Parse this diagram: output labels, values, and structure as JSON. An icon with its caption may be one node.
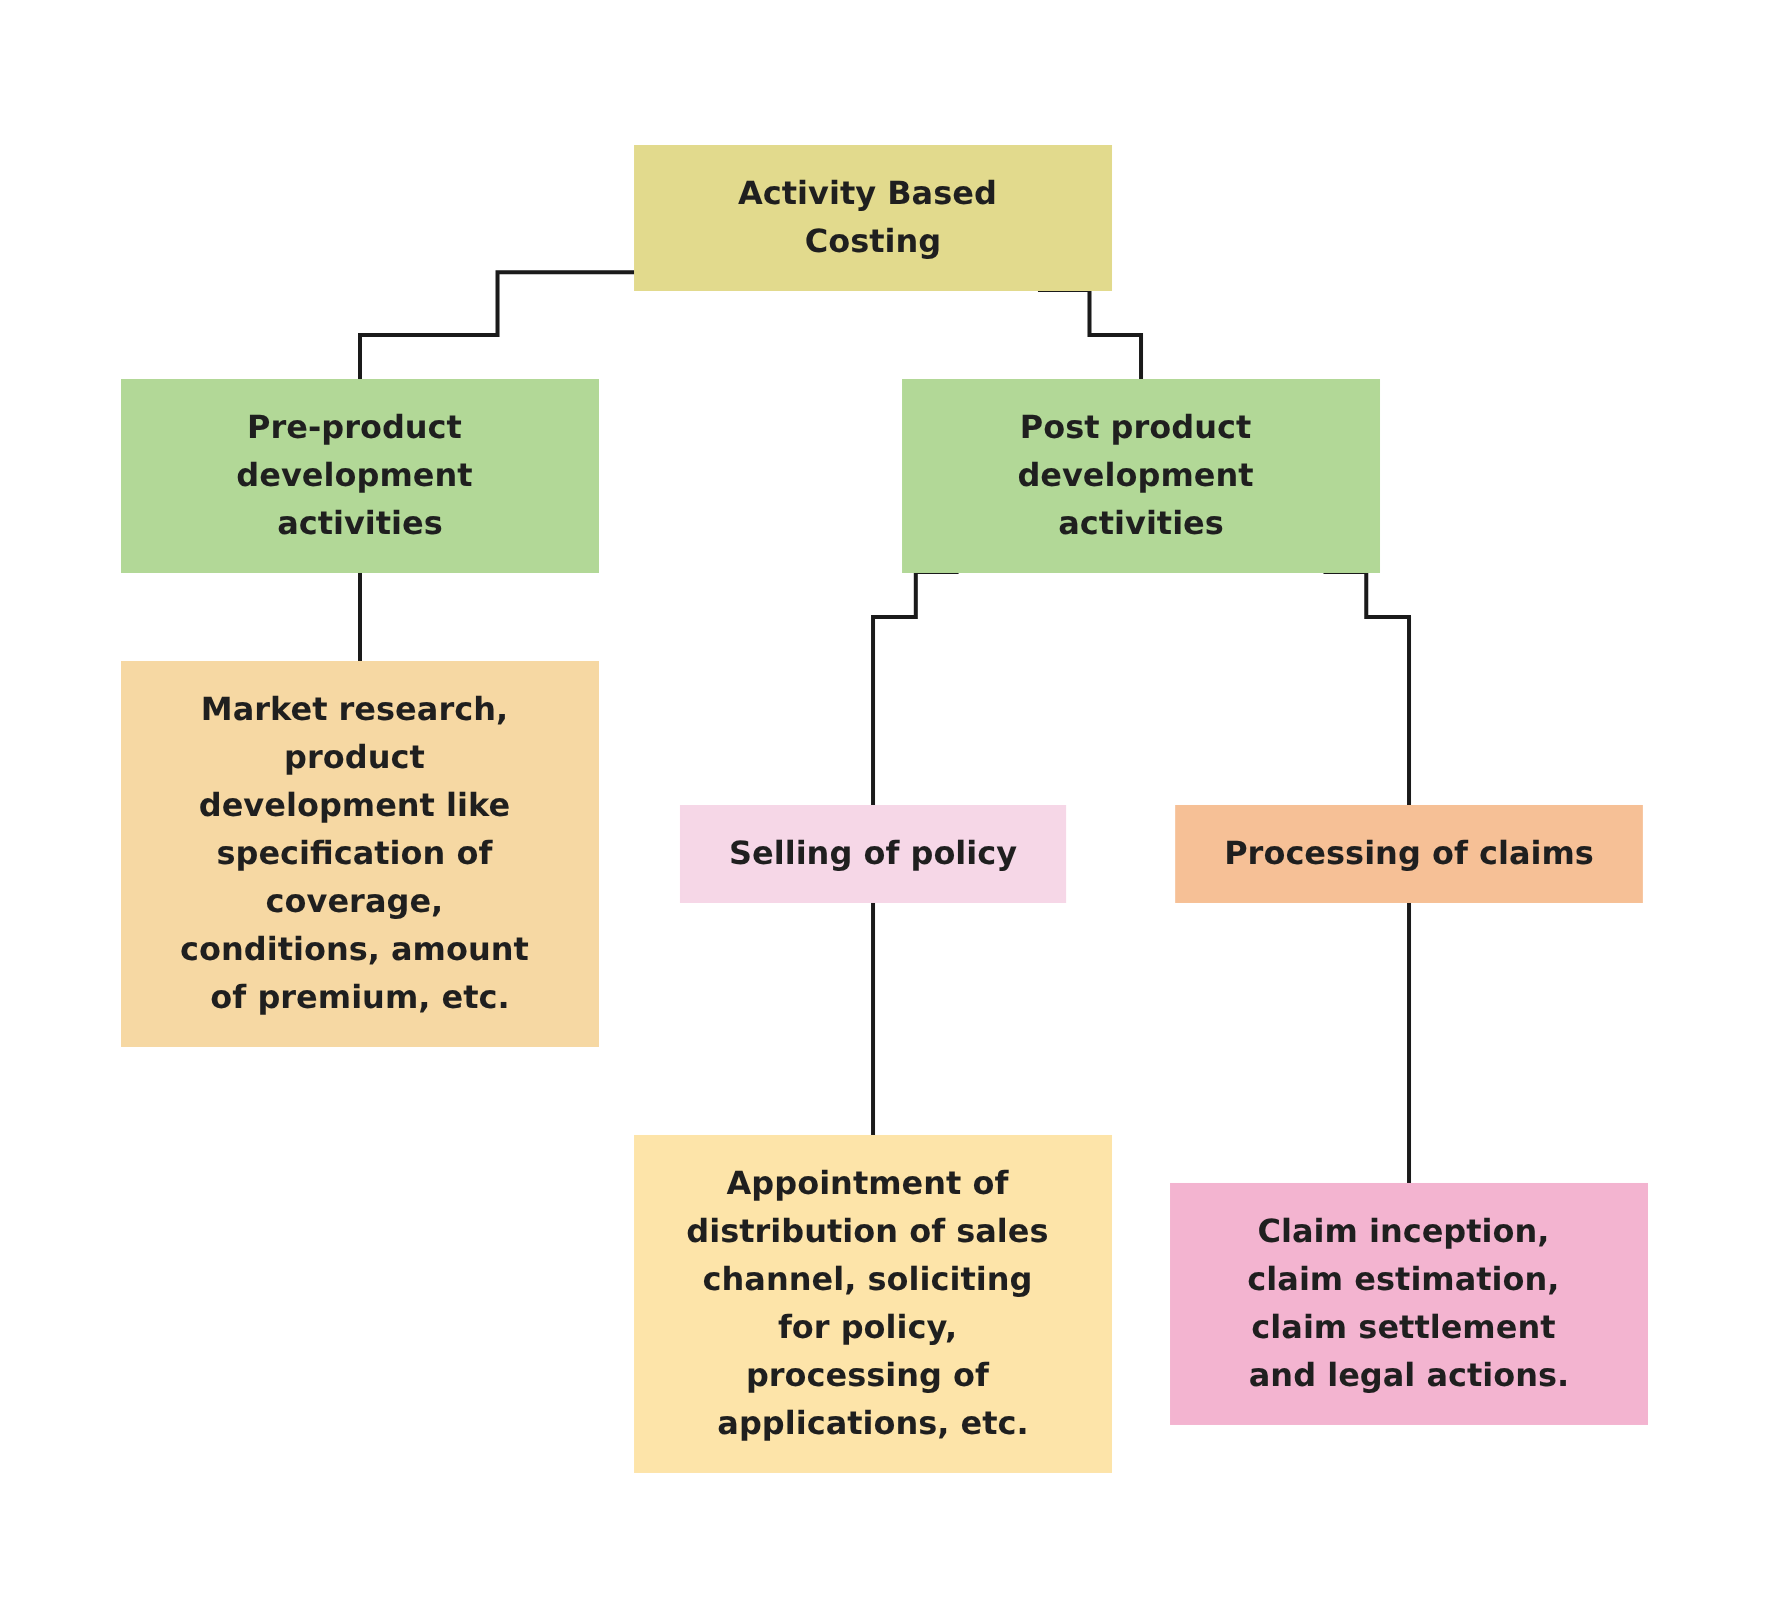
{
  "diagram": {
    "nodes": [
      {
        "text": [
          "Activity Based Costing"
        ]
      },
      {
        "text": [
          "Pre-product development activities"
        ]
      },
      {
        "text": [
          "Post product development activities"
        ]
      },
      {
        "text": [
          "Market research, product development like specification of coverage, conditions, amount of premium, etc."
        ]
      },
      {
        "text": [
          "Selling of policy"
        ]
      },
      {
        "text": [
          "Processing of claims"
        ]
      },
      {
        "text": [
          "Appointment of distribution of sales channel, soliciting for policy, processing of applications, etc."
        ]
      },
      {
        "text": [
          "Claim inception, claim estimation, claim settlement and legal actions."
        ]
      }
    ],
    "edges": [
      {
        "from": 0,
        "to": 1,
        "arrow": "none"
      },
      {
        "from": 0,
        "to": 2,
        "arrow": "none"
      },
      {
        "from": 1,
        "to": 3,
        "arrow": "none"
      },
      {
        "from": 2,
        "to": 4,
        "arrow": "none"
      },
      {
        "from": 2,
        "to": 5,
        "arrow": "none"
      },
      {
        "from": 4,
        "to": 6,
        "arrow": "none"
      },
      {
        "from": 5,
        "to": 7,
        "arrow": "none"
      }
    ]
  }
}
